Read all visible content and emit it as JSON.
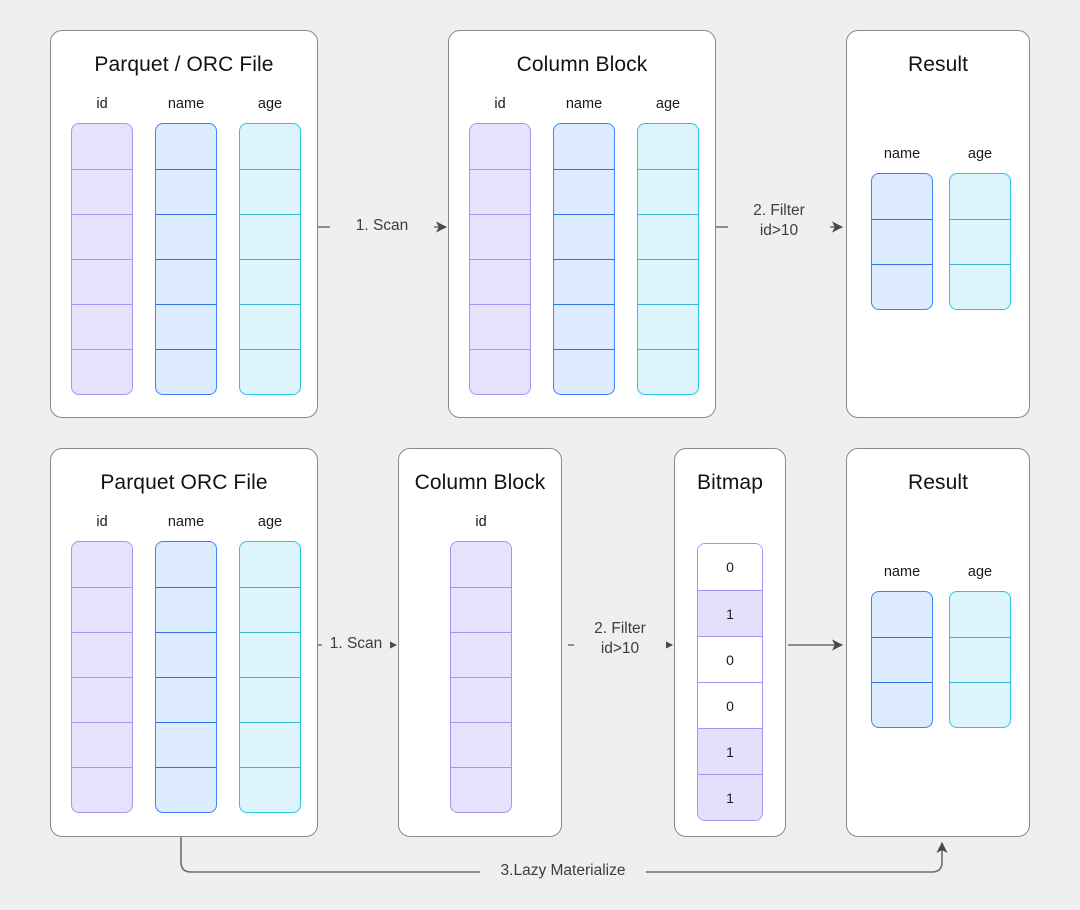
{
  "diagram": {
    "background": "#efefef",
    "palette": {
      "lavender_fill": "#e5e3fc",
      "lavender_border": "#ad90f7",
      "blue_fill": "#dcebfd",
      "blue_border": "#3b82f6",
      "cyan_fill": "#ddf4fc",
      "cyan_border": "#2bc2e8",
      "panel_border": "#8a8a8a",
      "arrow": "#5a5a5a"
    }
  },
  "row_top": {
    "source": {
      "title": "Parquet / ORC File",
      "columns": [
        {
          "label": "id",
          "variant": "lav",
          "cells": 6
        },
        {
          "label": "name",
          "variant": "blue",
          "cells": 6
        },
        {
          "label": "age",
          "variant": "cyan",
          "cells": 6
        }
      ]
    },
    "column_block": {
      "title": "Column Block",
      "columns": [
        {
          "label": "id",
          "variant": "lav",
          "cells": 6
        },
        {
          "label": "name",
          "variant": "blue",
          "cells": 6
        },
        {
          "label": "age",
          "variant": "cyan",
          "cells": 6
        }
      ]
    },
    "result": {
      "title": "Result",
      "columns": [
        {
          "label": "name",
          "variant": "blue",
          "cells": 3
        },
        {
          "label": "age",
          "variant": "cyan",
          "cells": 3
        }
      ]
    },
    "edges": [
      {
        "id": "scan",
        "label_line1": "1. Scan",
        "label_line2": ""
      },
      {
        "id": "filter",
        "label_line1": "2. Filter",
        "label_line2": "id>10"
      }
    ]
  },
  "row_bottom": {
    "source": {
      "title": "Parquet ORC File",
      "columns": [
        {
          "label": "id",
          "variant": "lav",
          "cells": 6
        },
        {
          "label": "name",
          "variant": "blue",
          "cells": 6
        },
        {
          "label": "age",
          "variant": "cyan",
          "cells": 6
        }
      ]
    },
    "column_block": {
      "title": "Column Block",
      "columns": [
        {
          "label": "id",
          "variant": "lav",
          "cells": 6
        }
      ]
    },
    "bitmap": {
      "title": "Bitmap",
      "values": [
        "0",
        "1",
        "0",
        "0",
        "1",
        "1"
      ]
    },
    "result": {
      "title": "Result",
      "columns": [
        {
          "label": "name",
          "variant": "blue",
          "cells": 3
        },
        {
          "label": "age",
          "variant": "cyan",
          "cells": 3
        }
      ]
    },
    "edges": [
      {
        "id": "scan",
        "label_line1": "1. Scan",
        "label_line2": ""
      },
      {
        "id": "filter",
        "label_line1": "2. Filter",
        "label_line2": "id>10"
      },
      {
        "id": "emit",
        "label_line1": "",
        "label_line2": ""
      },
      {
        "id": "lazy",
        "label_line1": "3.Lazy Materialize",
        "label_line2": ""
      }
    ]
  }
}
